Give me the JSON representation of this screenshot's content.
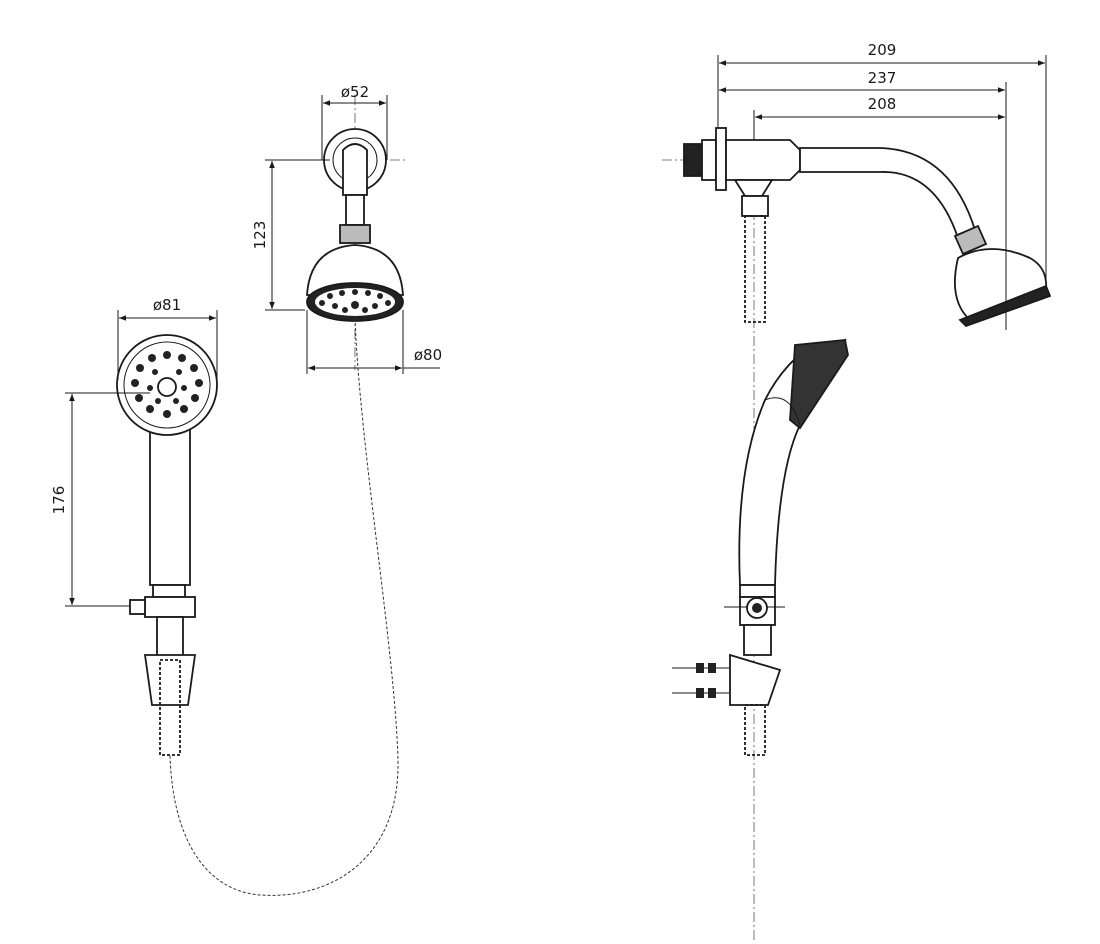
{
  "dimensions": {
    "wall_flange_diameter": "ø52",
    "arm_drop": "123",
    "head_diameter": "ø80",
    "hand_shower_diameter": "ø81",
    "hand_shower_height": "176",
    "overall_reach": "209",
    "reach_to_head_center": "237",
    "arm_length": "208"
  }
}
